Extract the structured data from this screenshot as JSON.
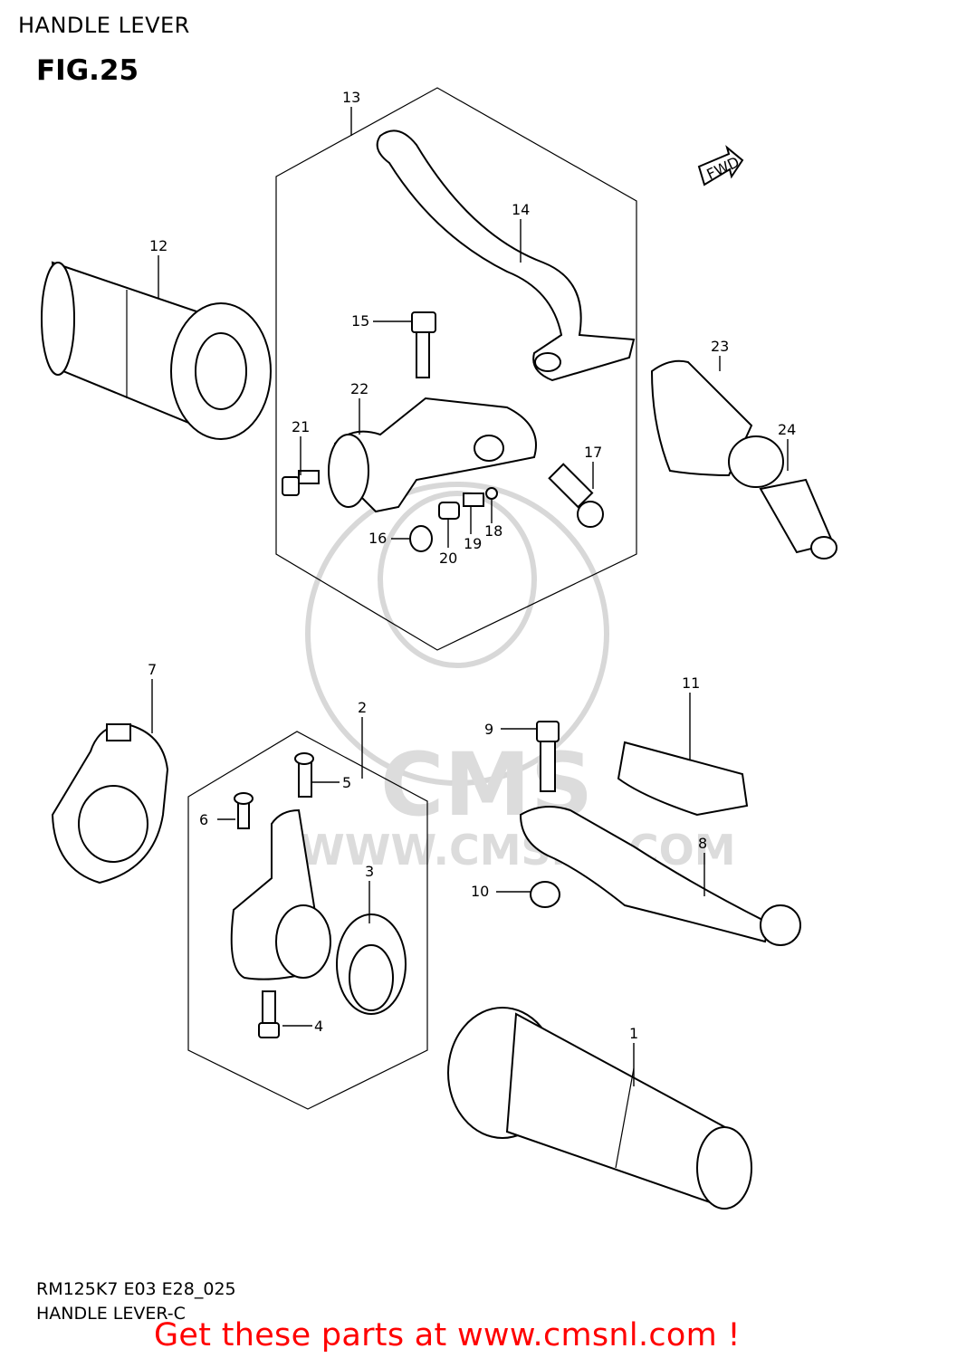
{
  "header": {
    "title": "HANDLE LEVER",
    "figure": "FIG.25"
  },
  "footer": {
    "code": "RM125K7 E03 E28_025",
    "subtitle": "HANDLE LEVER-C",
    "cta": "Get these parts at www.cmsnl.com !"
  },
  "watermark": {
    "brand": "CMS",
    "url": "WWW.CMSNL.COM"
  },
  "fwd_label": "FWD",
  "callouts": [
    "1",
    "2",
    "3",
    "4",
    "5",
    "6",
    "7",
    "8",
    "9",
    "10",
    "11",
    "12",
    "13",
    "14",
    "15",
    "16",
    "17",
    "18",
    "19",
    "20",
    "21",
    "22",
    "23",
    "24"
  ]
}
